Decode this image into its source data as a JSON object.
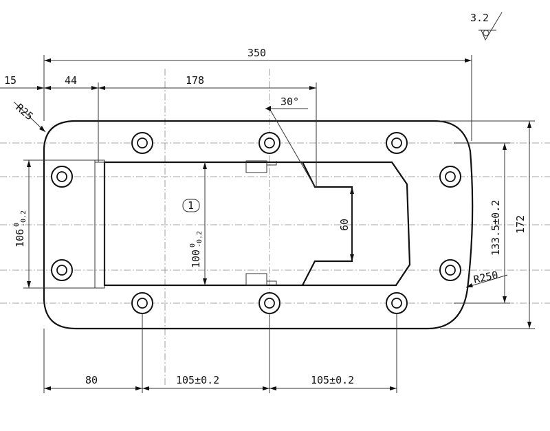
{
  "drawing": {
    "surface_finish": "3.2",
    "part_balloon": "1",
    "dimensions": {
      "overall_length": "350",
      "edge_offset": "15",
      "left_margin": "44",
      "recess_length": "178",
      "angle": "30°",
      "corner_radius": "R25",
      "end_radius": "R250",
      "overall_height": "172",
      "outer_hole_spacing": "133.5±0.2",
      "inner_hole_spacing_base": "106",
      "inner_hole_spacing_tol_upper": "0",
      "inner_hole_spacing_tol_lower": "-0.2",
      "recess_height_base": "100",
      "recess_height_tol_upper": "0",
      "recess_height_tol_lower": "-0.2",
      "slot_height": "60",
      "bottom_first": "80",
      "bottom_pitch_1": "105±0.2",
      "bottom_pitch_2": "105±0.2"
    }
  }
}
